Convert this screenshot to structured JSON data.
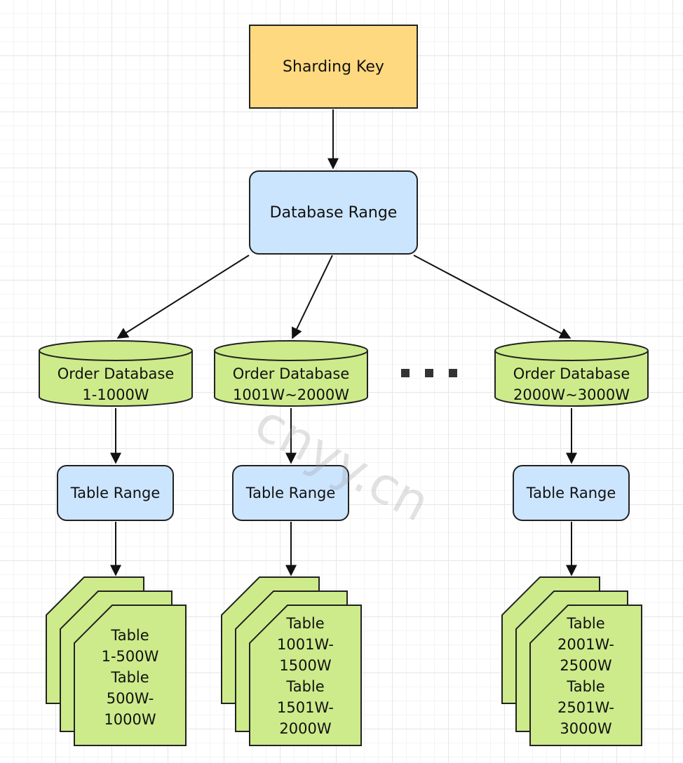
{
  "sharding_key": "Sharding Key",
  "database_range": "Database Range",
  "databases": [
    {
      "name": "Order Database",
      "range": "1-1000W"
    },
    {
      "name": "Order Database",
      "range": "1001W~2000W"
    },
    {
      "name": "Order Database",
      "range": "2000W~3000W"
    }
  ],
  "table_range_label": "Table Range",
  "table_groups": [
    {
      "lines": [
        "Table",
        "1-500W",
        "Table",
        "500W-",
        "1000W"
      ]
    },
    {
      "lines": [
        "Table",
        "1001W-",
        "1500W",
        "Table",
        "1501W-",
        "2000W"
      ]
    },
    {
      "lines": [
        "Table",
        "2001W-",
        "2500W",
        "Table",
        "2501W-",
        "3000W"
      ]
    }
  ],
  "watermark": "cnyy.cn",
  "colors": {
    "sharding_key_fill": "#ffd980",
    "range_fill": "#cce5ff",
    "database_fill": "#cdeb8b",
    "table_fill": "#cdeb8b",
    "stroke": "#222222"
  }
}
